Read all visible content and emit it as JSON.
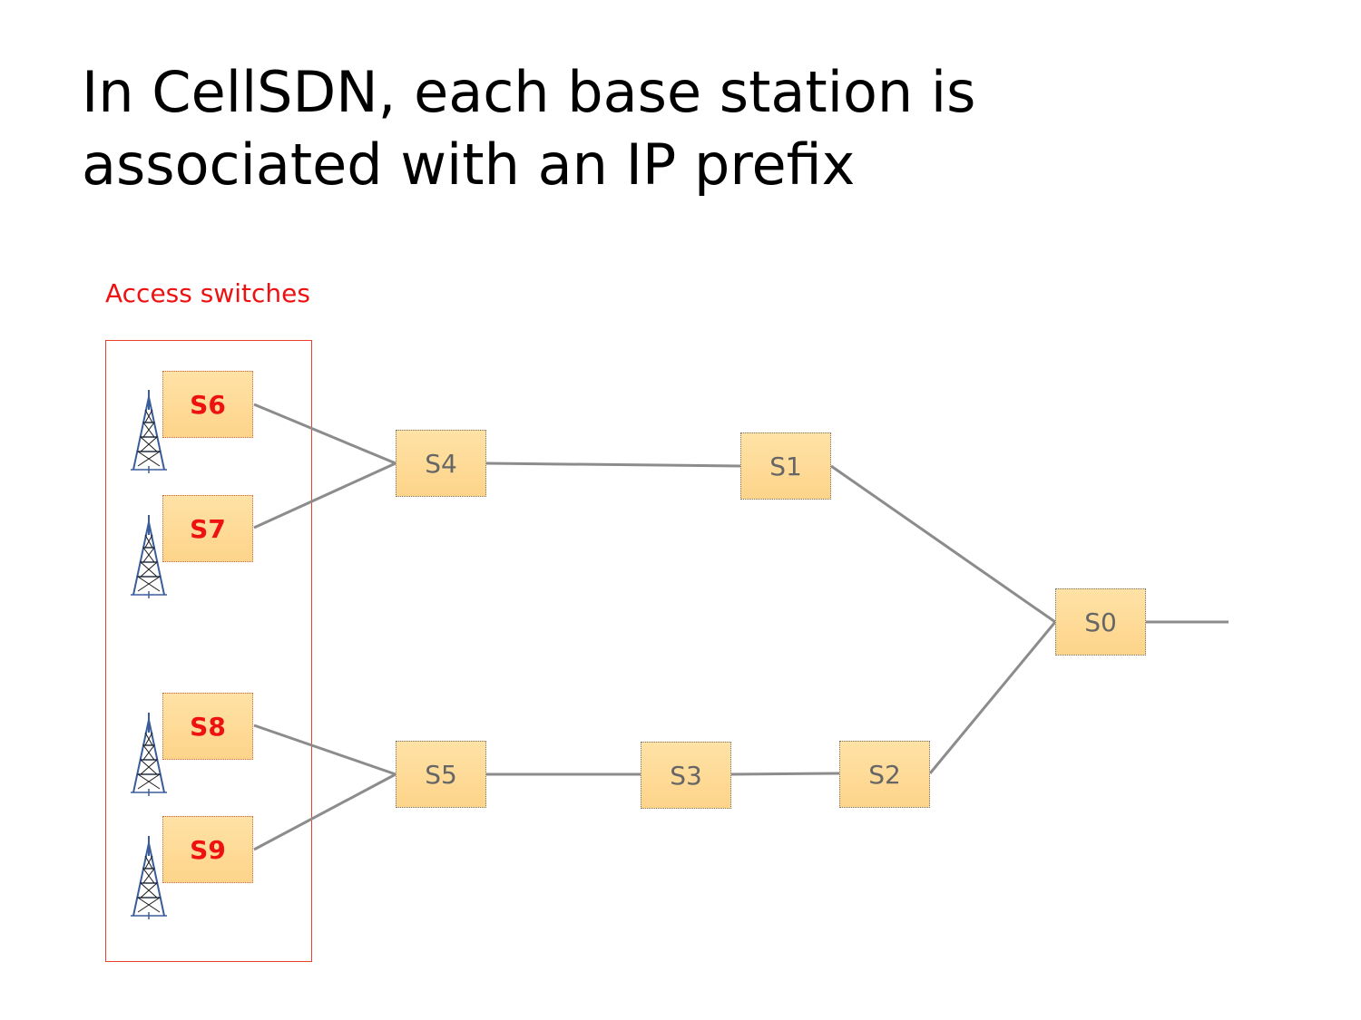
{
  "slide": {
    "title_line1": "In CellSDN, each base station is",
    "title_line2": "associated with an IP prefix"
  },
  "group": {
    "label": "Access switches",
    "accent_color": "#ee1111"
  },
  "switches": {
    "s6": "S6",
    "s7": "S7",
    "s8": "S8",
    "s9": "S9",
    "s4": "S4",
    "s5": "S5",
    "s1": "S1",
    "s3": "S3",
    "s2": "S2",
    "s0": "S0"
  },
  "links": [
    [
      "S6",
      "S4"
    ],
    [
      "S7",
      "S4"
    ],
    [
      "S8",
      "S5"
    ],
    [
      "S9",
      "S5"
    ],
    [
      "S4",
      "S1"
    ],
    [
      "S1",
      "S0"
    ],
    [
      "S5",
      "S3"
    ],
    [
      "S3",
      "S2"
    ],
    [
      "S2",
      "S0"
    ],
    [
      "S0",
      "uplink"
    ]
  ],
  "icons": {
    "base_station": "cell-tower-icon"
  }
}
